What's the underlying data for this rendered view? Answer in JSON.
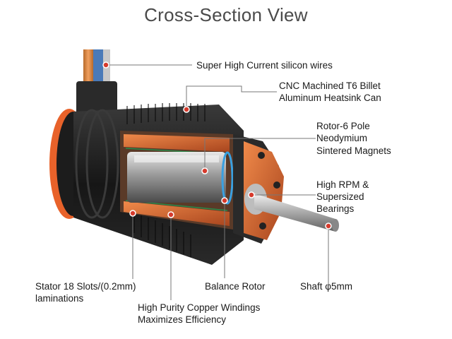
{
  "title": "Cross-Section View",
  "callouts": {
    "wires": "Super High Current silicon wires",
    "heatsink_line1": "CNC Machined T6 Billet",
    "heatsink_line2": "Aluminum Heatsink Can",
    "rotor_line1": "Rotor-6 Pole",
    "rotor_line2": "Neodymium",
    "rotor_line3": "Sintered Magnets",
    "bearings_line1": "High RPM &",
    "bearings_line2": "Supersized",
    "bearings_line3": "Bearings",
    "shaft": "Shaft φ5mm",
    "balance": "Balance Rotor",
    "stator_line1": "Stator 18 Slots/(0.2mm)",
    "stator_line2": "laminations",
    "windings_line1": "High Purity Copper Windings",
    "windings_line2": "Maximizes Efficiency"
  },
  "colors": {
    "accent_orange": "#e8622a",
    "can_dark": "#1c1c1c",
    "copper": "#c8733a",
    "pointer_dot": "#d63a2c",
    "line": "#777777"
  }
}
